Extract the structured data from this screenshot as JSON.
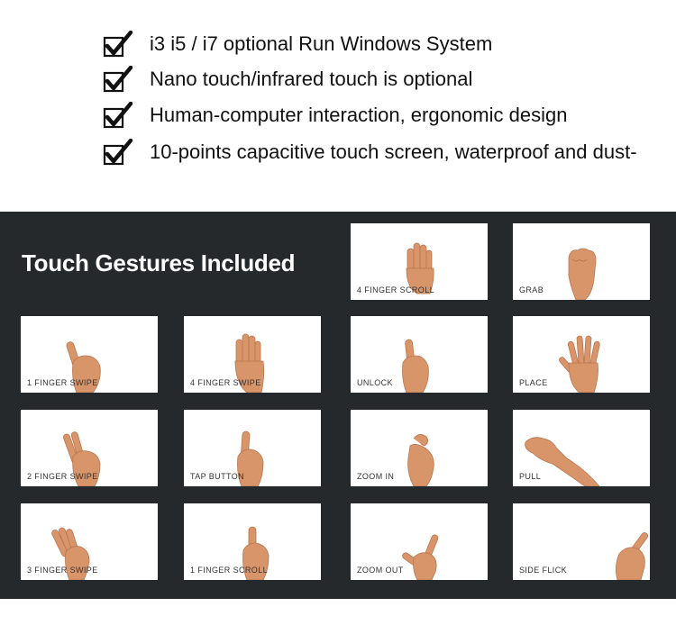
{
  "features": [
    "i3 i5 / i7 optional Run Windows System",
    "Nano touch/infrared touch is optional",
    "Human-computer interaction, ergonomic design",
    "10-points capacitive touch screen, waterproof and dust-"
  ],
  "panel": {
    "heading": "Touch Gestures Included",
    "background": "#25292c"
  },
  "gestures": [
    {
      "label": "4 FINGER SCROLL",
      "icon": "open-palm-icon"
    },
    {
      "label": "GRAB",
      "icon": "grab-hand-icon"
    },
    {
      "label": "1 FINGER SWIPE",
      "icon": "pointing-finger-icon"
    },
    {
      "label": "4 FINGER SWIPE",
      "icon": "open-palm-icon"
    },
    {
      "label": "UNLOCK",
      "icon": "pointing-finger-icon"
    },
    {
      "label": "PLACE",
      "icon": "spread-hand-icon"
    },
    {
      "label": "2 FINGER SWIPE",
      "icon": "two-finger-hand-icon"
    },
    {
      "label": "TAP BUTTON",
      "icon": "pointing-finger-icon"
    },
    {
      "label": "ZOOM IN",
      "icon": "pinch-hand-icon"
    },
    {
      "label": "PULL",
      "icon": "pull-hand-icon"
    },
    {
      "label": "3 FINGER SWIPE",
      "icon": "three-finger-hand-icon"
    },
    {
      "label": "1 FINGER SCROLL",
      "icon": "pointing-finger-icon"
    },
    {
      "label": "ZOOM OUT",
      "icon": "pinch-hand-icon"
    },
    {
      "label": "SIDE FLICK",
      "icon": "flick-hand-icon"
    }
  ],
  "colors": {
    "skin": "#d9956a",
    "skin_shadow": "#b8754f",
    "check": "#111111"
  }
}
